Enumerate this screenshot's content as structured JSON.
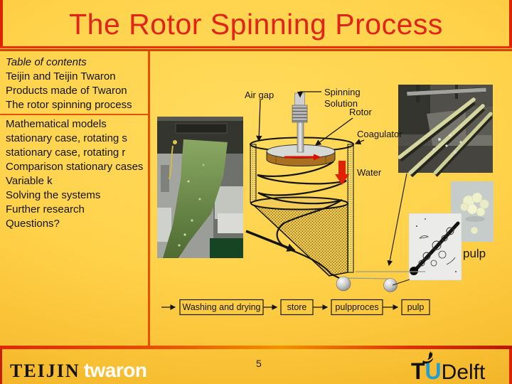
{
  "slide": {
    "title": "The Rotor Spinning Process",
    "page_number": "5"
  },
  "toc": {
    "heading": "Table of contents",
    "items": [
      "Teijin and Teijin Twaron",
      "Products made of Twaron",
      "The rotor spinning process",
      "Mathematical models",
      "stationary case, rotating s",
      "stationary case, rotating r",
      "Comparison stationary cases",
      "Variable k",
      "Solving the systems",
      "Further research",
      "Questions?"
    ],
    "active_item": "The rotor spinning process"
  },
  "diagram": {
    "labels": {
      "air_gap": "Air gap",
      "spinning_solution_line1": "Spinning",
      "spinning_solution_line2": "Solution",
      "rotor": "Rotor",
      "coagulator": "Coagulator",
      "water": "Water",
      "pulp_caption": "pulp"
    },
    "flowchart": {
      "steps": [
        "Washing and drying",
        "store",
        "pulpproces",
        "pulp"
      ]
    }
  },
  "footer": {
    "brand_teijin": "TEIJIN",
    "brand_twaron": "twaron",
    "tud_t": "T",
    "tud_u": "U",
    "tud_name": "Delft"
  },
  "colors": {
    "title_red": "#e2231a",
    "accent_line_orange": "#e85000",
    "background_yellow": "#ffd24a",
    "rotor_brown": "#a8711f",
    "water_arrow_red": "#e02200",
    "tud_u_blue": "#1f9ed6"
  }
}
